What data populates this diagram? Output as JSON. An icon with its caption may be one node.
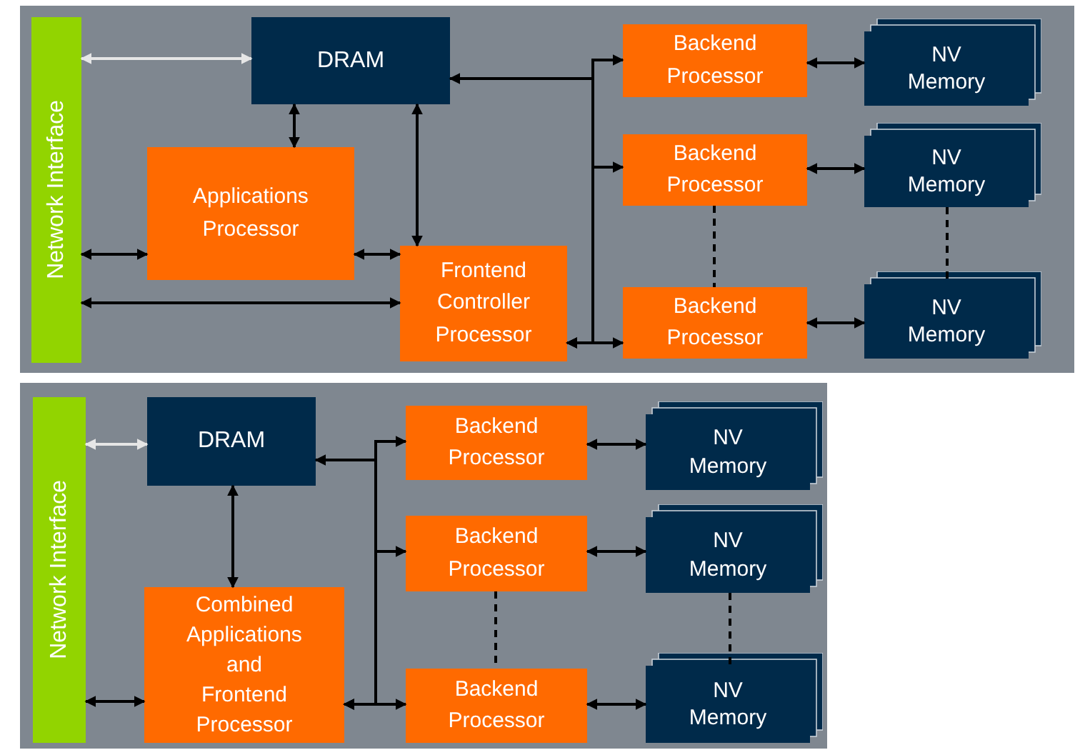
{
  "diagram": {
    "nodes": [
      {
        "text": [],
        "shape": "box"
      },
      {
        "text": [
          "Network Interface"
        ],
        "in": 0
      },
      {
        "text": [
          "DRAM"
        ],
        "in": 0
      },
      {
        "text": [
          "Applications Processor"
        ],
        "in": 0
      },
      {
        "text": [
          "Frontend Controller Processor"
        ],
        "in": 0
      },
      {
        "text": [
          "Backend Processor"
        ],
        "in": 0
      },
      {
        "text": [
          "Backend Processor"
        ],
        "in": 0
      },
      {
        "text": [
          "Backend Processor"
        ],
        "in": 0
      },
      {
        "text": [
          "NV Memory"
        ],
        "in": 0
      },
      {
        "text": [
          "NV Memory"
        ],
        "in": 0
      },
      {
        "text": [
          "NV Memory"
        ],
        "in": 0
      },
      {
        "text": [],
        "shape": "box"
      },
      {
        "text": [
          "Network Interface"
        ],
        "in": 11
      },
      {
        "text": [
          "DRAM"
        ],
        "in": 11
      },
      {
        "text": [
          "Combined Applications and Frontend Processor"
        ],
        "in": 11
      },
      {
        "text": [
          "Backend Processor"
        ],
        "in": 11
      },
      {
        "text": [
          "Backend Processor"
        ],
        "in": 11
      },
      {
        "text": [
          "Backend Processor"
        ],
        "in": 11
      },
      {
        "text": [
          "NV Memory"
        ],
        "in": 11
      },
      {
        "text": [
          "NV Memory"
        ],
        "in": 11
      },
      {
        "text": [
          "NV Memory"
        ],
        "in": 11
      }
    ],
    "edges": [
      {
        "from": 1,
        "to": 2,
        "arrow": "both",
        "color": "#e6e6e6"
      },
      {
        "from": 2,
        "to": 3,
        "arrow": "both"
      },
      {
        "from": 2,
        "to": 4,
        "arrow": "both"
      },
      {
        "from": 1,
        "to": 3,
        "arrow": "both"
      },
      {
        "from": 3,
        "to": 4,
        "arrow": "both"
      },
      {
        "from": 1,
        "to": 4,
        "arrow": "both"
      },
      {
        "from": 4,
        "to": 2,
        "arrow": "both"
      },
      {
        "from": 4,
        "to": 5,
        "arrow": "both"
      },
      {
        "from": 4,
        "to": 6,
        "arrow": "both"
      },
      {
        "from": 4,
        "to": 7,
        "arrow": "both"
      },
      {
        "from": 5,
        "to": 8,
        "arrow": "both"
      },
      {
        "from": 6,
        "to": 9,
        "arrow": "both"
      },
      {
        "from": 7,
        "to": 10,
        "arrow": "both"
      },
      {
        "from": 6,
        "to": 7,
        "arrow": "none",
        "style": "dashed"
      },
      {
        "from": 9,
        "to": 10,
        "arrow": "none",
        "style": "dashed"
      },
      {
        "from": 12,
        "to": 13,
        "arrow": "both",
        "color": "#e6e6e6"
      },
      {
        "from": 13,
        "to": 14,
        "arrow": "both"
      },
      {
        "from": 12,
        "to": 14,
        "arrow": "both"
      },
      {
        "from": 14,
        "to": 13,
        "arrow": "both"
      },
      {
        "from": 14,
        "to": 15,
        "arrow": "both"
      },
      {
        "from": 14,
        "to": 16,
        "arrow": "both"
      },
      {
        "from": 14,
        "to": 17,
        "arrow": "both"
      },
      {
        "from": 15,
        "to": 18,
        "arrow": "both"
      },
      {
        "from": 16,
        "to": 19,
        "arrow": "both"
      },
      {
        "from": 17,
        "to": 20,
        "arrow": "both"
      },
      {
        "from": 16,
        "to": 17,
        "arrow": "none",
        "style": "dashed"
      },
      {
        "from": 19,
        "to": 20,
        "arrow": "none",
        "style": "dashed"
      }
    ]
  }
}
